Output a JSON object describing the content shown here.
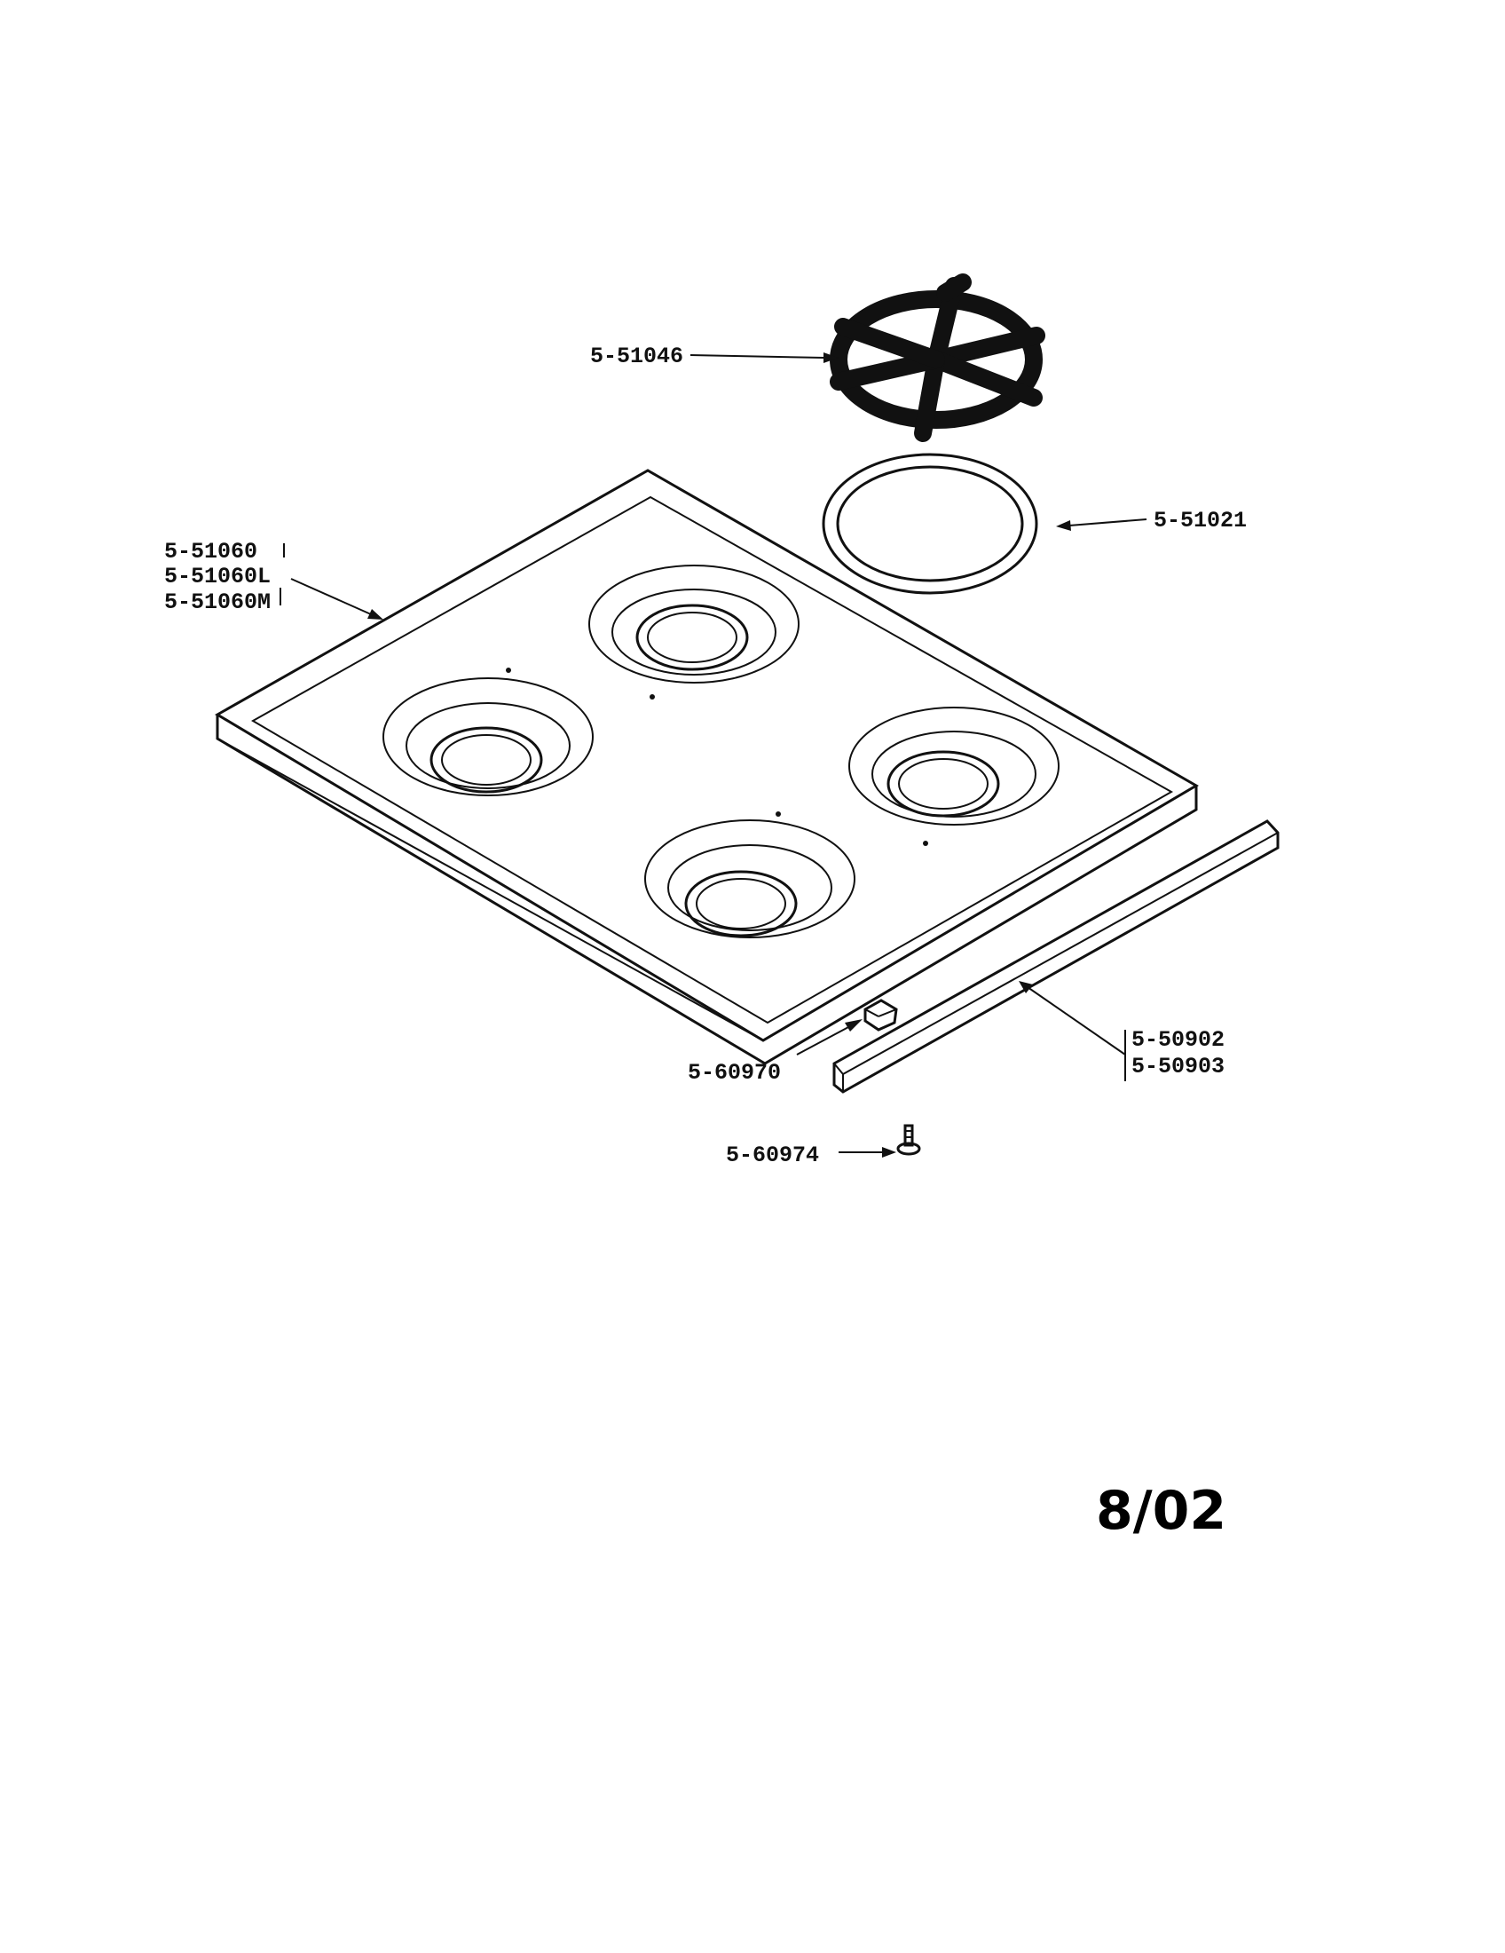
{
  "parts": {
    "grate": "5-51046",
    "burner_ring": "5-51021",
    "cooktop": [
      "5-51060",
      "5-51060L",
      "5-51060M"
    ],
    "nut": "5-60970",
    "trim": [
      "5-50902",
      "5-50903"
    ],
    "screw": "5-60974"
  },
  "footer": {
    "date": "8/02"
  }
}
